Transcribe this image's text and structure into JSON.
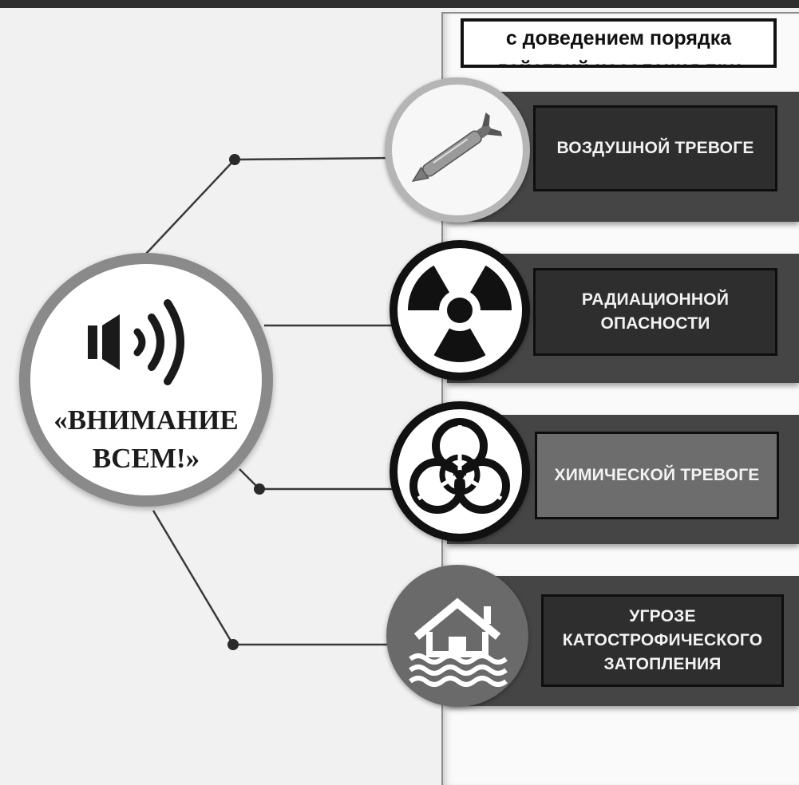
{
  "header": {
    "line1": "с доведением порядка",
    "line2": "действий населения при"
  },
  "center": {
    "line1": "«ВНИМАНИЕ",
    "line2": "ВСЕМ!»"
  },
  "alerts": [
    {
      "label_lines": [
        "ВОЗДУШНОЙ ТРЕВОГЕ"
      ],
      "icon": "aerial-bomb-icon"
    },
    {
      "label_lines": [
        "РАДИАЦИОННОЙ",
        "ОПАСНОСТИ"
      ],
      "icon": "radiation-icon"
    },
    {
      "label_lines": [
        "ХИМИЧЕСКОЙ ТРЕВОГЕ"
      ],
      "icon": "biohazard-icon"
    },
    {
      "label_lines": [
        "УГРОЗЕ",
        "КАТОСТРОФИЧЕСКОГО",
        "ЗАТОПЛЕНИЯ"
      ],
      "icon": "flooded-house-icon"
    }
  ],
  "colors": {
    "band": "#454545",
    "label_box": "#2e2e2e",
    "label_box_highlight": "#6d6d6d",
    "circle_ring": "#8a8a8a",
    "text_light": "#f2f2f2",
    "text_dark": "#1c1c1c"
  }
}
